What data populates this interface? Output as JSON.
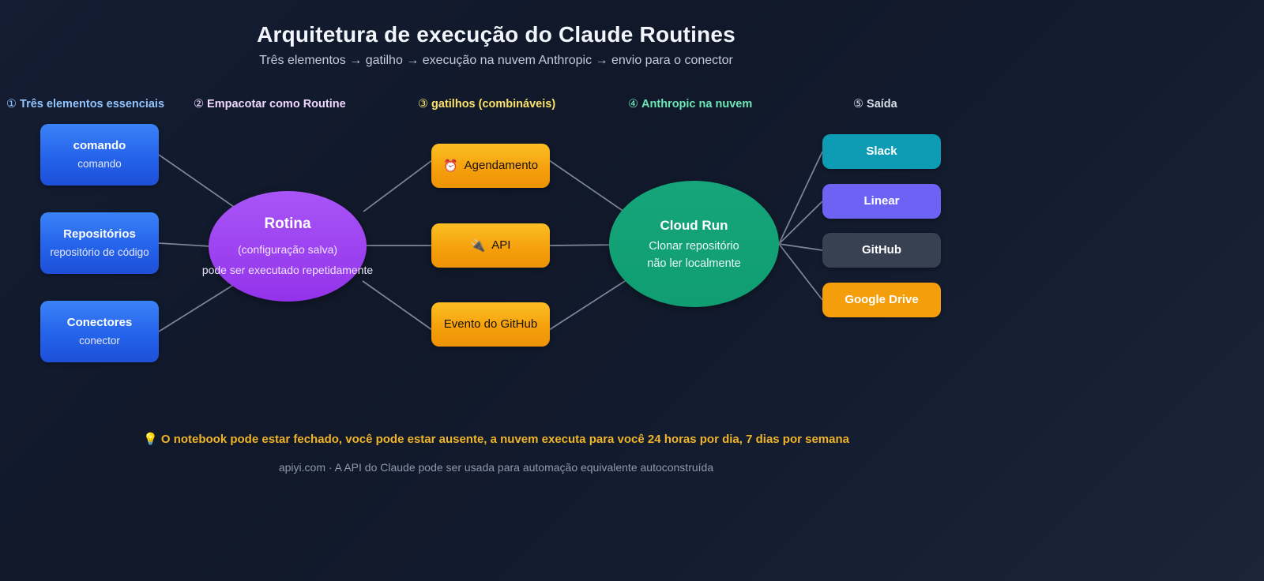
{
  "header": {
    "title": "Arquitetura de execução do Claude Routines",
    "subtitle": "Três elementos → gatilho → execução na nuvem Anthropic → envio para o conector"
  },
  "columns": [
    {
      "num": "①",
      "label": "Três elementos essenciais",
      "color": "#93c5fd"
    },
    {
      "num": "②",
      "label": "Empacotar como Routine",
      "color": "#f0d9ff"
    },
    {
      "num": "③",
      "label": "gatilhos (combináveis)",
      "color": "#fbe36b"
    },
    {
      "num": "④",
      "label": "Anthropic na nuvem",
      "color": "#6ee7b7"
    },
    {
      "num": "⑤",
      "label": "Saída",
      "color": "#d6dce8"
    }
  ],
  "sources": [
    {
      "title": "comando",
      "sub": "comando"
    },
    {
      "title": "Repositórios",
      "sub": "repositório de código"
    },
    {
      "title": "Conectores",
      "sub": "conector"
    }
  ],
  "routine": {
    "title": "Rotina",
    "sub": "(configuração salva)",
    "sub2": "pode ser executado repetidamente"
  },
  "triggers": [
    {
      "icon": "⏰",
      "icon_name": "alarm-clock-icon",
      "label": "Agendamento"
    },
    {
      "icon": "🔌",
      "icon_name": "plug-icon",
      "label": "API"
    },
    {
      "icon": "",
      "icon_name": "",
      "label": "Evento do GitHub"
    }
  ],
  "cloud": {
    "title": "Cloud Run",
    "sub": "Clonar repositório",
    "sub2": "não ler localmente"
  },
  "outputs": [
    {
      "label": "Slack",
      "color": "#0e9cb5"
    },
    {
      "label": "Linear",
      "color": "#6c63f5"
    },
    {
      "label": "GitHub",
      "color": "#374151"
    },
    {
      "label": "Google Drive",
      "color": "#f59e0b"
    }
  ],
  "footer": {
    "bulb": "💡",
    "note": "O notebook pode estar fechado, você pode estar ausente, a nuvem executa para você 24 horas por dia, 7 dias por semana",
    "credit": "apiyi.com · A API do Claude pode ser usada para automação equivalente autoconstruída"
  },
  "edge_color": "#8a93a8"
}
